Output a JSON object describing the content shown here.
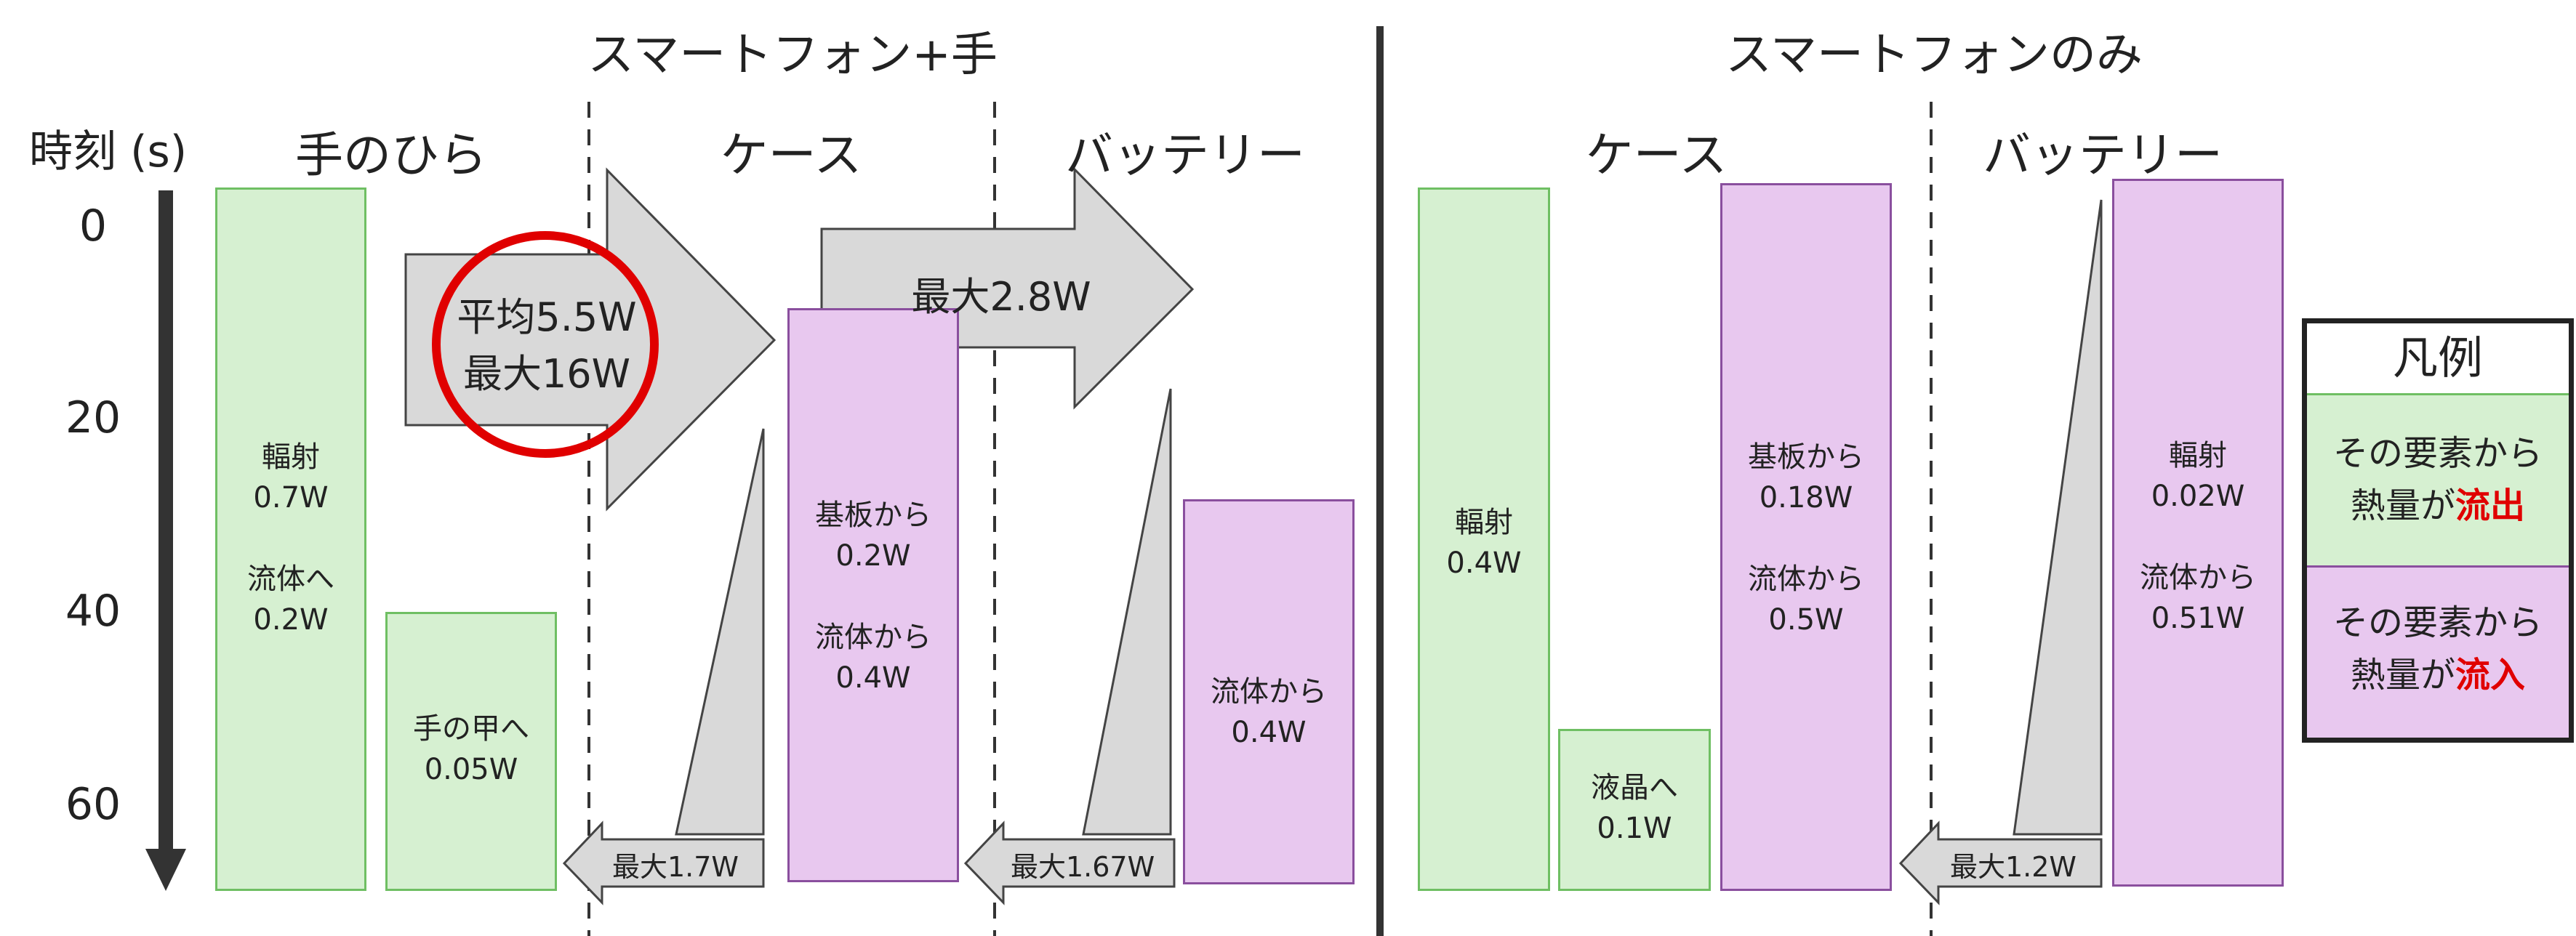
{
  "headers": {
    "with_hand": "スマートフォン+手",
    "phone_only": "スマートフォンのみ",
    "time_axis": "時刻 (s)"
  },
  "columns": {
    "palm": "手のひら",
    "case_left": "ケース",
    "battery_left": "バッテリー",
    "case_right": "ケース",
    "battery_right": "バッテリー"
  },
  "time_ticks": [
    "0",
    "20",
    "40",
    "60"
  ],
  "bars": {
    "palm_main": "輻射\n0.7W\n\n流体へ\n0.2W",
    "palm_back": "手の甲へ\n0.05W",
    "case_left": "基板から\n0.2W\n\n流体から\n0.4W",
    "battery_left": "流体から\n0.4W",
    "case_right_main": "輻射\n0.4W",
    "case_right_lcd": "液晶へ\n0.1W",
    "case_right_board": "基板から\n0.18W\n\n流体から\n0.5W",
    "battery_right": "輻射\n0.02W\n\n流体から\n0.51W"
  },
  "arrows": {
    "palm_to_case_line1": "平均5.5W",
    "palm_to_case_line2": "最大16W",
    "case_to_battery": "最大2.8W",
    "back_case_left": "最大1.7W",
    "back_battery_left": "最大1.67W",
    "back_battery_right": "最大1.2W"
  },
  "legend": {
    "title": "凡例",
    "outflow_line1": "その要素から",
    "outflow_line2_prefix": "熱量が",
    "outflow_highlight": "流出",
    "inflow_line1": "その要素から",
    "inflow_line2_prefix": "熱量が",
    "inflow_highlight": "流入"
  },
  "colors": {
    "outflow_fill": "#d6f0d1",
    "inflow_fill": "#e8c8ef",
    "highlight_red": "#e00000",
    "arrow_fill": "#d9d9d9"
  }
}
